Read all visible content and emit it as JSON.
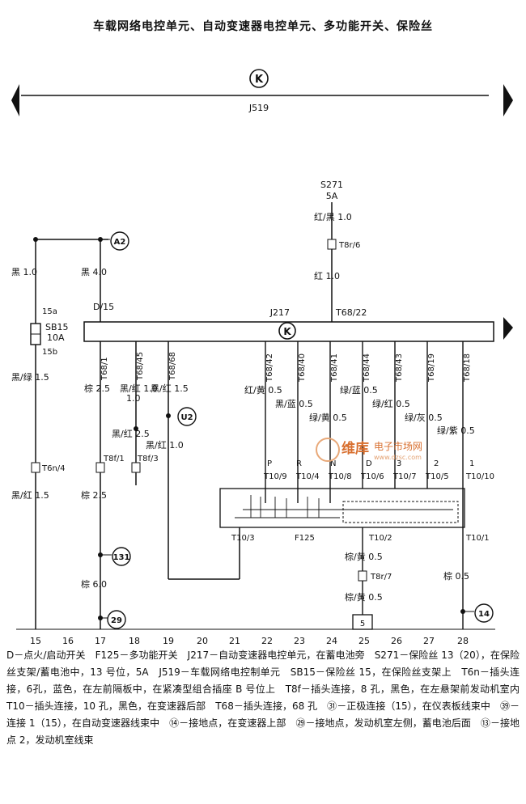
{
  "title": "车载网络电控单元、自动变速器电控单元、多功能开关、保险丝",
  "symbols": {
    "control_unit_symbol": "K"
  },
  "top_unit": {
    "code": "J519"
  },
  "source": {
    "code": "S271",
    "rating": "5A"
  },
  "fuse": {
    "top": "15a",
    "code": "SB15",
    "rating": "10A",
    "bottom": "15b"
  },
  "control_unit": {
    "code": "J217",
    "top_pin": "T68/22",
    "left_pin": "D/15"
  },
  "wires": {
    "w1": "黑 1.0",
    "w2": "黑 4.0",
    "w3": "红/黑 1.0",
    "w4": "红 1.0",
    "w5": "黑/绿 1.5",
    "w6": "棕 2.5",
    "w7": "黑/红 1.0",
    "w8": "黑/红 1.5",
    "w9": "黑/红 2.5",
    "w10": "黑/红 1.0",
    "w11": "黑/红 1.5",
    "w12": "棕 2.5",
    "w13": "棕 6.0",
    "w14": "红/黄 0.5",
    "w15": "黑/蓝 0.5",
    "w16": "绿/黄 0.5",
    "w17": "绿/蓝 0.5",
    "w18": "绿/红 0.5",
    "w19": "绿/灰 0.5",
    "w20": "绿/紫 0.5",
    "w21": "棕/黄 0.5",
    "w22": "棕/黄 0.5",
    "w23": "棕 0.5"
  },
  "pins": {
    "t8r6": "T8r/6",
    "t6n4": "T6n/4",
    "t8f1": "T8f/1",
    "t8f3": "T8f/3",
    "t68_1": "T68/1",
    "t68_45": "T68/45",
    "t68_68": "T68/68",
    "t68_42": "T68/42",
    "t68_40": "T68/40",
    "t68_41": "T68/41",
    "t68_44": "T68/44",
    "t68_43": "T68/43",
    "t68_19": "T68/19",
    "t68_18": "T68/18",
    "t10_9": "T10/9",
    "t10_4": "T10/4",
    "t10_8": "T10/8",
    "t10_6": "T10/6",
    "t10_7": "T10/7",
    "t10_5": "T10/5",
    "t10_10": "T10/10",
    "t10_3": "T10/3",
    "t10_2": "T10/2",
    "t10_1": "T10/1",
    "t8r7": "T8r/7"
  },
  "switch_positions": [
    "P",
    "R",
    "N",
    "D",
    "3",
    "2",
    "1"
  ],
  "switch_code": "F125",
  "connectors": {
    "a2": "A2",
    "u2": "U2",
    "c131": "131",
    "g29": "29",
    "g14": "14",
    "ground_box": "5"
  },
  "watermark": {
    "main": "维库",
    "sub": "电子市场网",
    "url": "www.dzsc.com"
  },
  "axis_numbers": [
    "15",
    "16",
    "17",
    "18",
    "19",
    "20",
    "21",
    "22",
    "23",
    "24",
    "25",
    "26",
    "27",
    "28"
  ],
  "legend": "D－点火/启动开关　F125－多功能开关　J217－自动变速器电控单元，在蓄电池旁　S271－保险丝 13（20），在保险丝支架/蓄电池中，13 号位，5A　J519－车载网络电控制单元　SB15－保险丝 15，在保险丝支架上　T6n－插头连接，6孔，蓝色，在左前隔板中，在紧凑型组合插座 B 号位上　T8f－插头连接，8 孔，黑色，在左悬架前发动机室内　T10－插头连接，10 孔，黑色，在变速器后部　T68－插头连接，68 孔　㉛－正极连接（15），在仪表板线束中　㊴－连接 1（15），在自动变速器线束中　⑭－接地点，在变速器上部　㉙－接地点，发动机室左侧，蓄电池后面　⑬－接地点 2，发动机室线束"
}
